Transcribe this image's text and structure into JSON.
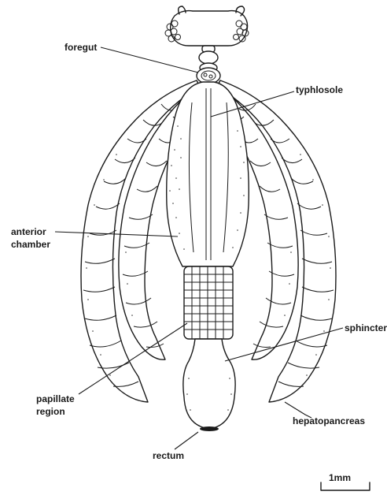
{
  "labels": {
    "foregut": "foregut",
    "typhlosole": "typhlosole",
    "anterior_line1": "anterior",
    "anterior_line2": "chamber",
    "sphincter": "sphincter",
    "papillate_line1": "papillate",
    "papillate_line2": "region",
    "hepatopancreas": "hepatopancreas",
    "rectum": "rectum"
  },
  "scale_bar": {
    "label": "1mm"
  }
}
